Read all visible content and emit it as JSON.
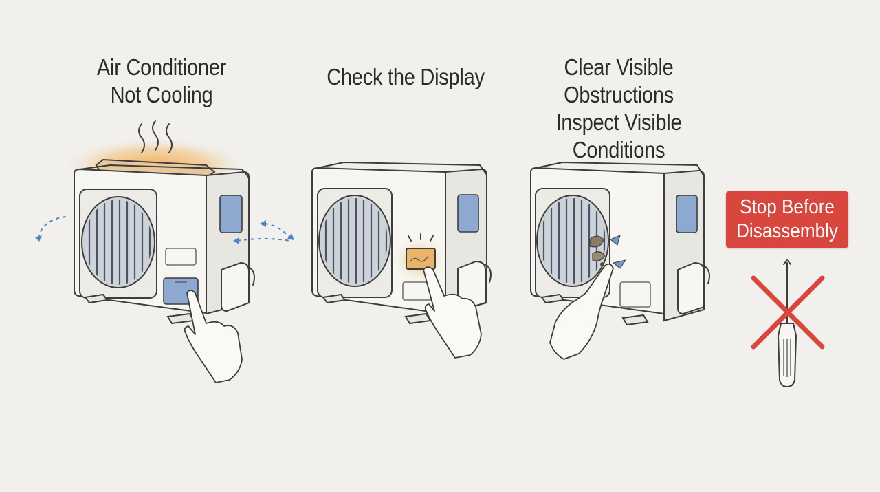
{
  "steps": [
    {
      "title_line1": "Air Conditioner",
      "title_line2": "Not Cooling"
    },
    {
      "title_line1": "Check the Display"
    },
    {
      "title_line1": "Clear Visible",
      "title_line2": "Obstructions",
      "title_line3": "Inspect Visible",
      "title_line4": "Conditions"
    }
  ],
  "warning": {
    "line1": "Stop Before",
    "line2": "Disassembly"
  },
  "colors": {
    "background": "#f1f0ec",
    "heat_glow": "#f0a640",
    "accent_blue": "#8ea9cf",
    "airflow_arrow": "#4a86c5",
    "stop_red": "#d8463d"
  },
  "icons": [
    "heat-waves-icon",
    "airflow-arrow-icon",
    "screwdriver-icon",
    "cross-mark-icon"
  ]
}
